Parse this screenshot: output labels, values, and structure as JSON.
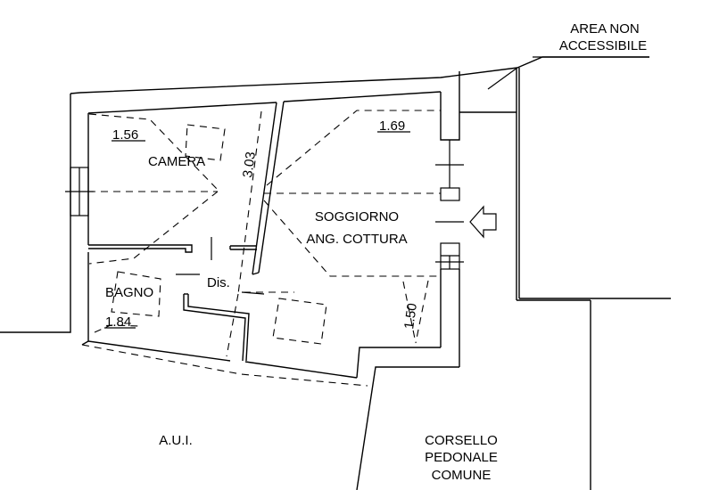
{
  "drawing": {
    "type": "floor-plan",
    "annotations": {
      "area_non_accessibile": [
        "AREA NON",
        "ACCESSIBILE"
      ],
      "aui": "A.U.I.",
      "corsello": [
        "CORSELLO",
        "PEDONALE",
        "COMUNE"
      ]
    },
    "rooms": [
      {
        "name": "CAMERA",
        "height_label": "1.56"
      },
      {
        "name": "SOGGIORNO",
        "subtitle": "ANG. COTTURA",
        "height_label": "1.69"
      },
      {
        "name": "BAGNO",
        "height_label": "1.84"
      },
      {
        "name": "Dis."
      }
    ],
    "dimensions": {
      "vertical_1": "3.03",
      "vertical_2": "1.50"
    },
    "entrance_arrow": "arrow-left"
  }
}
